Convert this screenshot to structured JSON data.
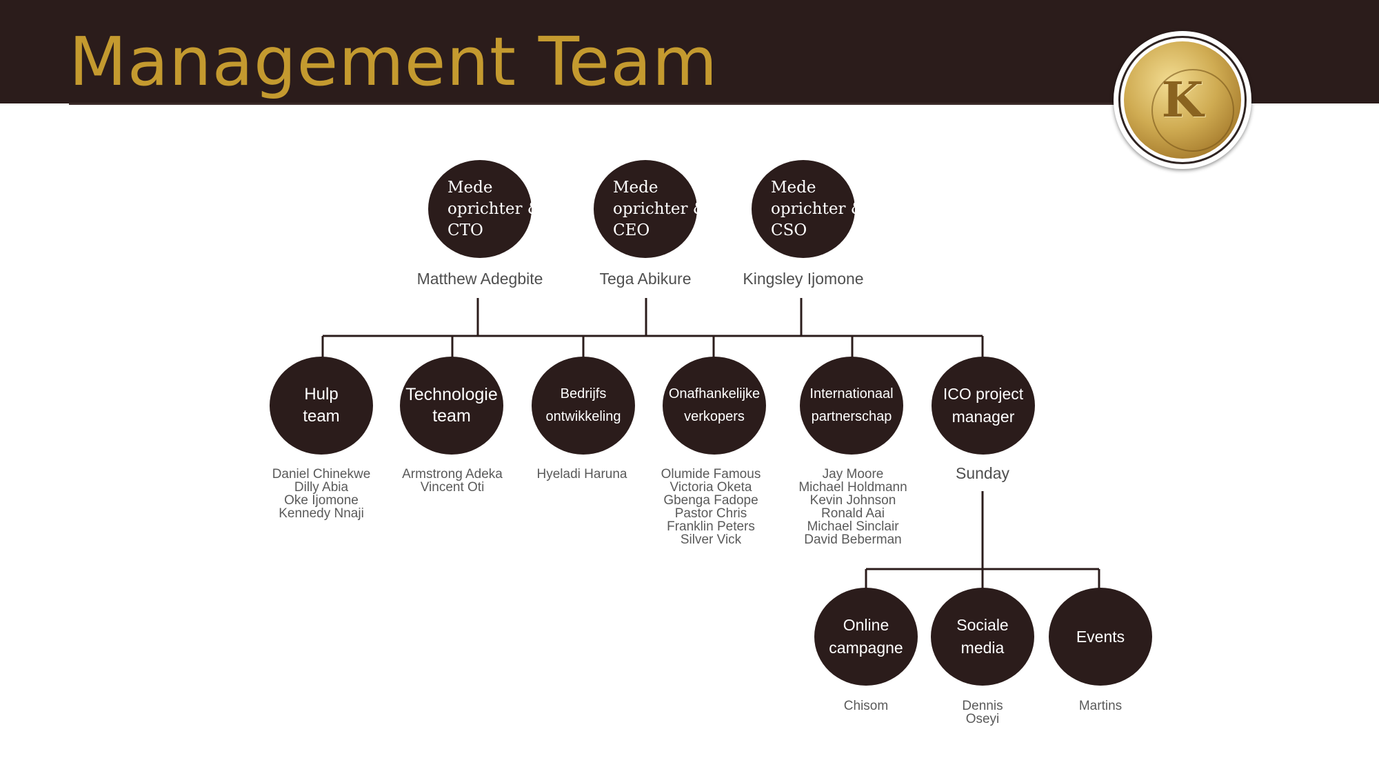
{
  "title": "Management Team",
  "colors": {
    "header": "#2b1c1b",
    "title": "#c49a2f",
    "node": "#2b1c1b",
    "line": "#2b1c1b"
  },
  "founders": [
    {
      "role": "Mede\noprichter &\nCTO",
      "name": "Matthew Adegbite"
    },
    {
      "role": "Mede\noprichter &\nCEO",
      "name": "Tega Abikure"
    },
    {
      "role": "Mede\noprichter &\nCSO",
      "name": "Kingsley Ijomone"
    }
  ],
  "teams": [
    {
      "label": "Hulp\nteam",
      "members": [
        "Daniel Chinekwe",
        "Dilly Abia",
        "Oke Ijomone",
        "Kennedy Nnaji"
      ]
    },
    {
      "label": "Technologie\nteam",
      "members": [
        "Armstrong Adeka",
        "Vincent Oti"
      ]
    },
    {
      "label": "Bedrijfs\nontwikkeling",
      "members": [
        "Hyeladi Haruna"
      ]
    },
    {
      "label": "Onafhankelijke\nverkopers",
      "members": [
        "Olumide Famous",
        "Victoria Oketa",
        "Gbenga Fadope",
        "Pastor Chris",
        "Franklin Peters",
        "Silver Vick"
      ]
    },
    {
      "label": "Internationaal\npartnerschap",
      "members": [
        "Jay Moore",
        "Michael Holdmann",
        "Kevin Johnson",
        "Ronald Aai",
        "Michael Sinclair",
        "David Beberman"
      ]
    },
    {
      "label": "ICO project\nmanager",
      "members": [
        "Sunday"
      ]
    }
  ],
  "subteams": [
    {
      "label": "Online\ncampagne",
      "members": [
        "Chisom"
      ]
    },
    {
      "label": "Sociale\nmedia",
      "members": [
        "Dennis",
        "Oseyi"
      ]
    },
    {
      "label": "Events",
      "members": [
        "Martins"
      ]
    }
  ]
}
